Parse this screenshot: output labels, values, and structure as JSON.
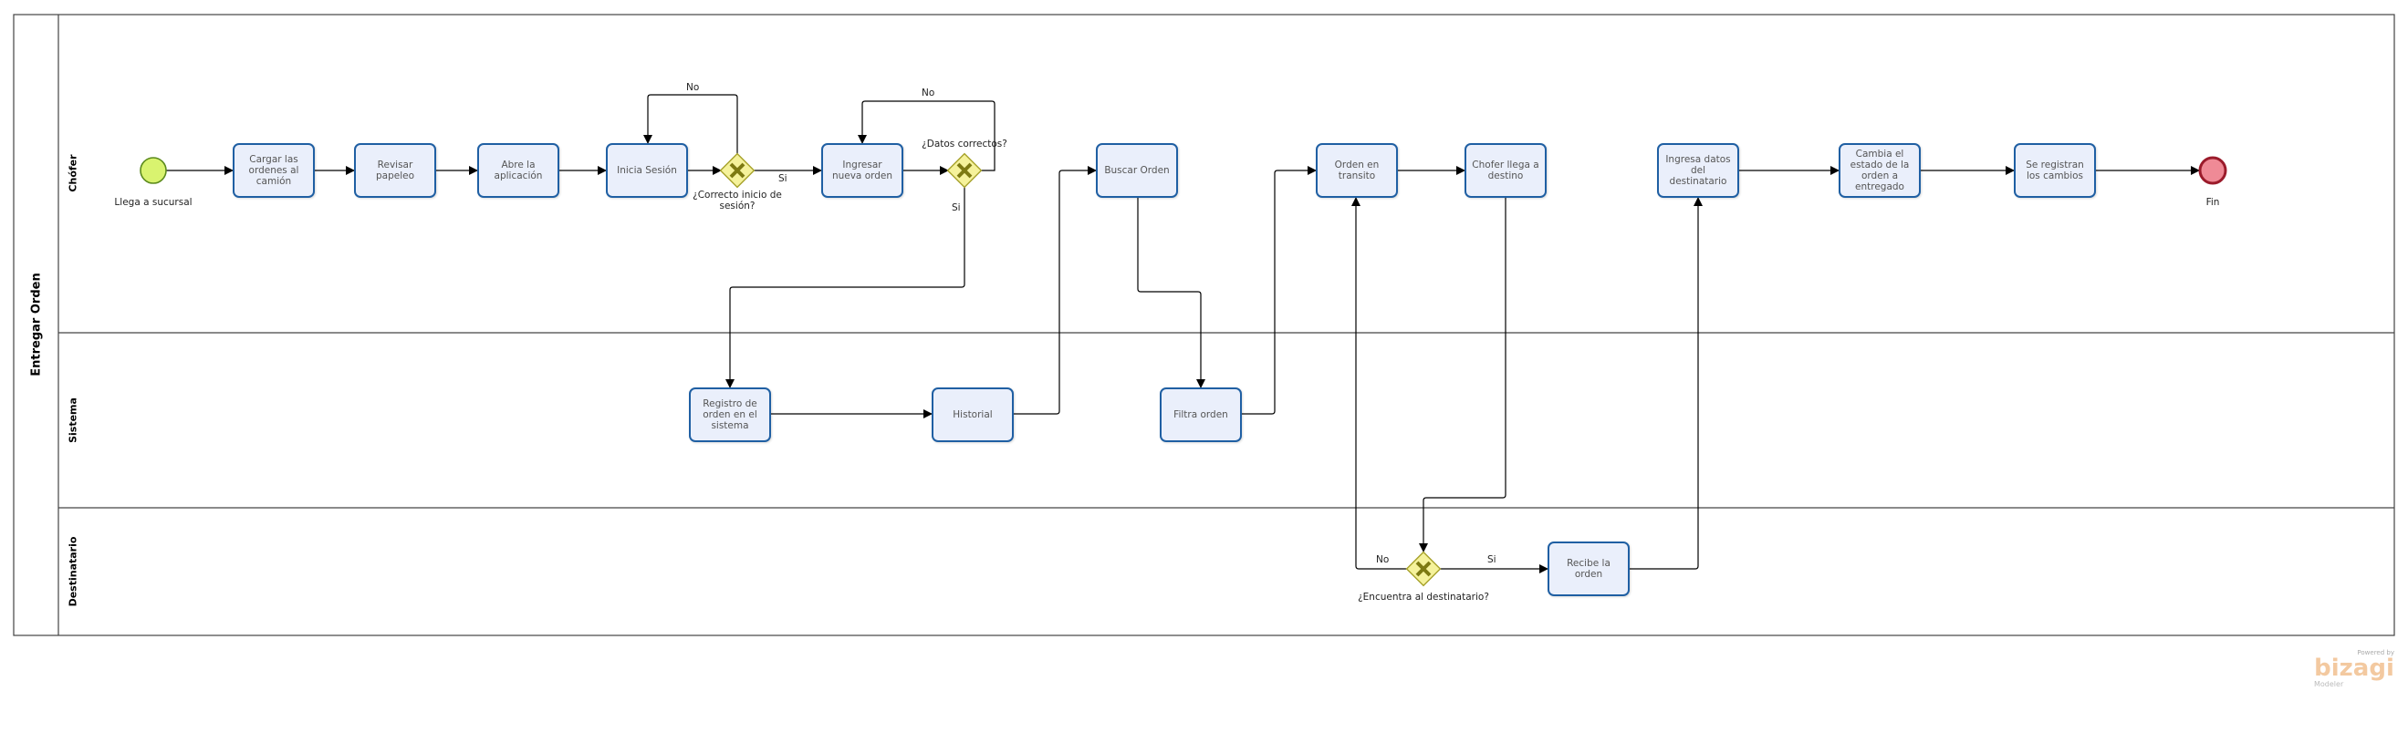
{
  "pool": {
    "title": "Entregar Orden"
  },
  "lanes": [
    {
      "id": "chofer",
      "label": "Chófer"
    },
    {
      "id": "sistema",
      "label": "Sistema"
    },
    {
      "id": "destinatario",
      "label": "Destinatario"
    }
  ],
  "events": {
    "start": {
      "label": "Llega a sucursal"
    },
    "end": {
      "label": "Fin"
    }
  },
  "tasks": {
    "cargar": "Cargar las ordenes al camión",
    "revisar": "Revisar papeleo",
    "abre": "Abre la aplicación",
    "inicia": "Inicia Sesión",
    "ingresar": "Ingresar nueva orden",
    "buscar": "Buscar Orden",
    "transito": "Orden en transito",
    "llega": "Chofer llega a destino",
    "ingresa_datos": "Ingresa datos del destinatario",
    "cambia": "Cambia el estado de la orden a entregado",
    "registran": "Se registran los cambios",
    "registro": "Registro de orden en el sistema",
    "historial": "Historial",
    "filtra": "Filtra orden",
    "recibe": "Recibe la orden"
  },
  "gateways": {
    "g1": {
      "label": "¿Correcto inicio de sesión?",
      "yes": "Si",
      "no": "No"
    },
    "g2": {
      "label": "¿Datos correctos?",
      "yes": "Si",
      "no": "No"
    },
    "g3": {
      "label": "¿Encuentra al destinatario?",
      "yes": "Si",
      "no": "No"
    }
  },
  "watermark": {
    "powered": "Powered by",
    "brand": "bizagi",
    "product": "Modeler"
  },
  "colors": {
    "task_fill": "#eaeffb",
    "task_border": "#1f5fa3",
    "start_fill": "#d9f36f",
    "start_border": "#5b8a1c",
    "end_fill": "#ef8a96",
    "end_border": "#9b1b2b",
    "gateway_fill": "#f5f29b",
    "gateway_border": "#a7a22a",
    "gateway_mark": "#7d7a12"
  }
}
